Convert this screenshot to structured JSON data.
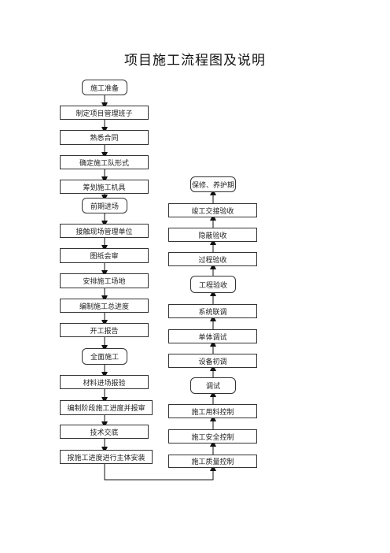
{
  "title": "项目施工流程图及说明",
  "left_column": {
    "prep_stage": "施工准备",
    "step_team": "制定项目管理班子",
    "step_contract": "熟悉合同",
    "step_form": "确定施工队形式",
    "step_machinery": "筹划施工机具",
    "early_stage": "前期进场",
    "step_contact": "接触现场管理单位",
    "step_drawings": "图纸会审",
    "step_site": "安排施工场地",
    "step_schedule": "编制施工总进度",
    "step_report": "开工报告",
    "full_stage": "全面施工",
    "step_materials": "材料进场报验",
    "step_phase_schedule": "编制阶段施工进度并报审",
    "step_briefing": "技术交底",
    "step_install": "按施工进度进行主体安装"
  },
  "right_column": {
    "step_quality": "施工质量控制",
    "step_safety": "施工安全控制",
    "step_material_ctrl": "施工用料控制",
    "debug_stage": "调试",
    "step_initial": "设备初调",
    "step_unit": "单体调试",
    "step_system": "系统联调",
    "acceptance_stage": "工程验收",
    "step_process": "过程验收",
    "step_hidden": "隐蔽验收",
    "step_handover": "竣工交接验收",
    "maintenance_stage": "保修、养护期"
  }
}
